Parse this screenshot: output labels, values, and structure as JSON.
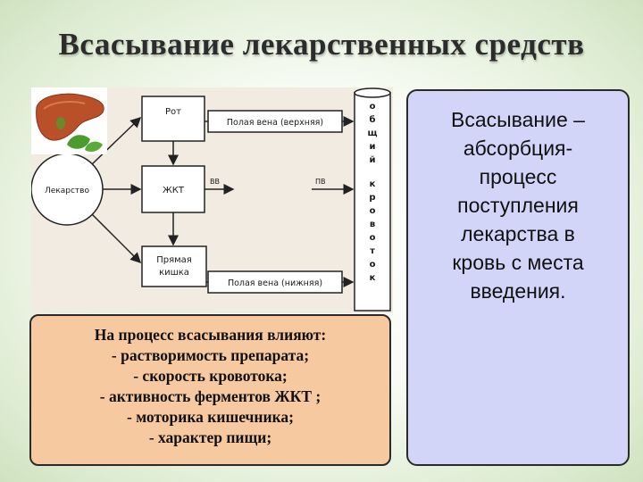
{
  "title": "Всасывание лекарственных средств",
  "diagram": {
    "mouth": "Рот",
    "drug": "Лекарство",
    "gi_tract": "ЖКТ",
    "rectum_line1": "Прямая",
    "rectum_line2": "кишка",
    "upper_vena": "Полая вена (верхняя)",
    "lower_vena": "Полая вена (нижняя)",
    "vb_left": "ВВ",
    "vb_right": "ПВ",
    "circulation_word1": "Общий",
    "circulation_word2": "кровоток",
    "liver_icon": "liver-icon"
  },
  "factors": {
    "heading": "На процесс всасывания влияют:",
    "items": [
      "- растворимость  препарата;",
      "- скорость кровотока;",
      "- активность ферментов ЖКТ ;",
      "- моторика кишечника;",
      "- характер пищи;"
    ]
  },
  "definition": {
    "lines": [
      "Всасывание –",
      "абсорбция-",
      "процесс",
      "поступления",
      "лекарства в",
      "кровь с места",
      "введения."
    ]
  },
  "colors": {
    "factors_bg": "#f7c9a0",
    "definition_bg": "#d2d5f7",
    "diagram_bg": "#f1ebe2"
  }
}
